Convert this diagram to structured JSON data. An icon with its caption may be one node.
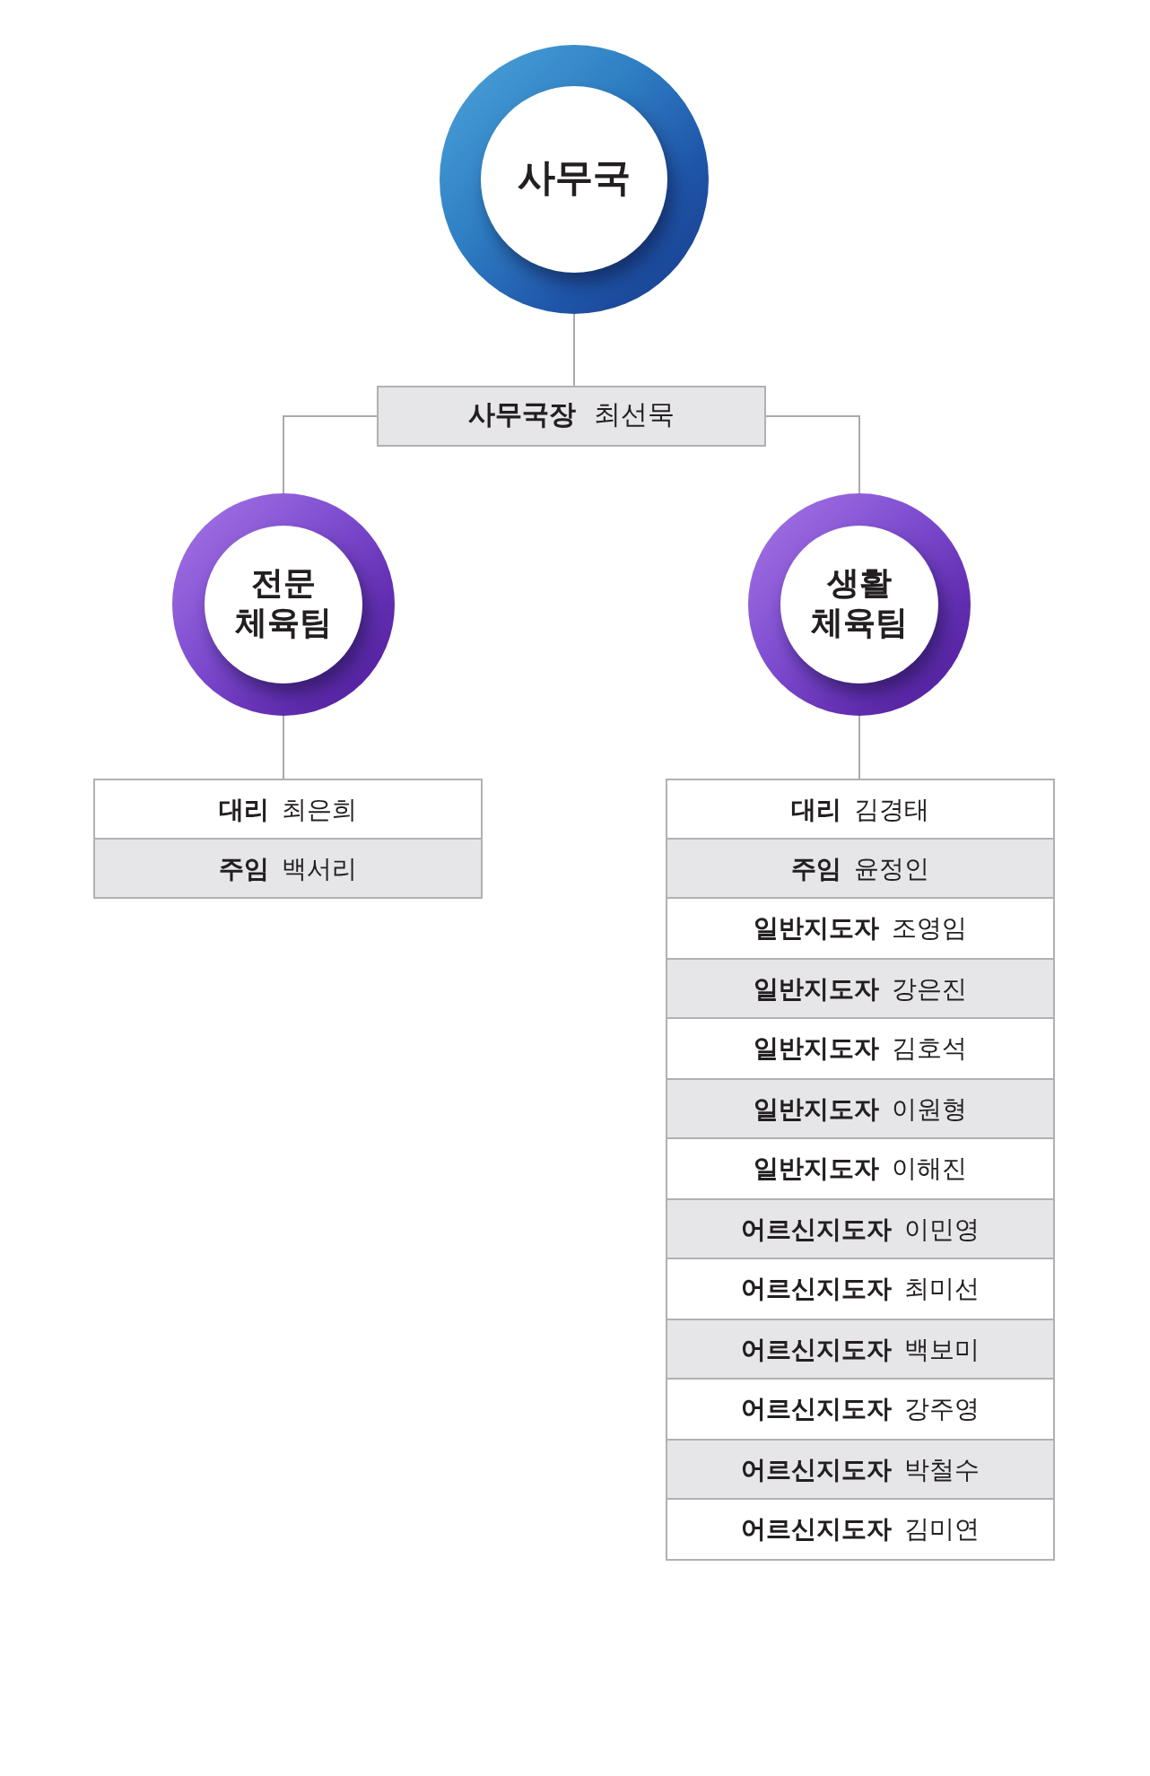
{
  "diagram": {
    "nodes": [
      {
        "text": [
          "사무국"
        ]
      },
      {
        "text": [
          "사무국장",
          "최선묵"
        ]
      },
      {
        "text": [
          "전문 체육팀"
        ]
      },
      {
        "text": [
          "생활 체육팀"
        ]
      },
      {
        "text": [
          "대리",
          "최은희"
        ]
      },
      {
        "text": [
          "주임",
          "백서리"
        ]
      },
      {
        "text": [
          "대리",
          "김경태"
        ]
      },
      {
        "text": [
          "주임",
          "윤정인"
        ]
      },
      {
        "text": [
          "일반지도자",
          "조영임"
        ]
      },
      {
        "text": [
          "일반지도자",
          "강은진"
        ]
      },
      {
        "text": [
          "일반지도자",
          "김호석"
        ]
      },
      {
        "text": [
          "일반지도자",
          "이원형"
        ]
      },
      {
        "text": [
          "일반지도자",
          "이해진"
        ]
      },
      {
        "text": [
          "어르신지도자",
          "이민영"
        ]
      },
      {
        "text": [
          "어르신지도자",
          "최미선"
        ]
      },
      {
        "text": [
          "어르신지도자",
          "백보미"
        ]
      },
      {
        "text": [
          "어르신지도자",
          "강주영"
        ]
      },
      {
        "text": [
          "어르신지도자",
          "박철수"
        ]
      },
      {
        "text": [
          "어르신지도자",
          "김미연"
        ]
      }
    ],
    "edges": [
      {
        "from": 0,
        "to": 1,
        "arrow": "none"
      },
      {
        "from": 1,
        "to": 2,
        "arrow": "none"
      },
      {
        "from": 1,
        "to": 3,
        "arrow": "none"
      },
      {
        "from": 2,
        "to": 4,
        "arrow": "none"
      },
      {
        "from": 3,
        "to": 6,
        "arrow": "none"
      }
    ]
  }
}
